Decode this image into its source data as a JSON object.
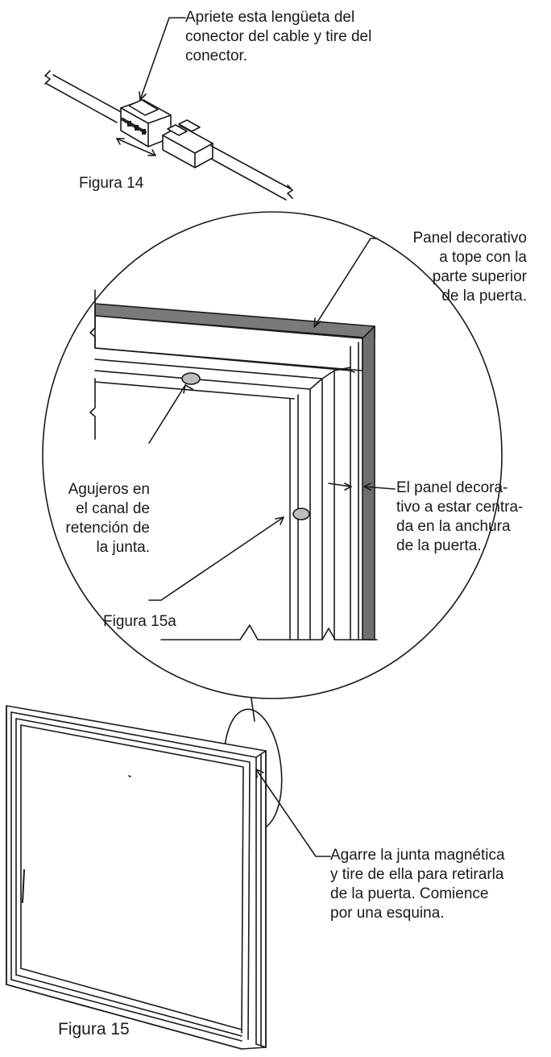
{
  "figure14": {
    "caption": "Figura 14",
    "callout": [
      "Apriete esta lengüeta del",
      "conector del cable y tire del",
      "conector."
    ]
  },
  "figure15a": {
    "caption": "Figura 15a",
    "callout_panel_top": [
      "Panel decorativo",
      "a tope con la",
      "parte superior",
      "de la puerta."
    ],
    "callout_holes": [
      "Agujeros en",
      "el canal de",
      "retención de",
      "la junta."
    ],
    "callout_centered": [
      "El panel decora-",
      "tivo a estar centra-",
      "da en la anchura",
      "de la puerta."
    ]
  },
  "figure15": {
    "caption": "Figura 15",
    "callout_gasket": [
      "Agarre la junta magnética",
      "y tire de ella para retirarla",
      "de la puerta. Comience",
      "por una esquina."
    ]
  },
  "colors": {
    "line": "#1a1a1a",
    "panel_edge": "#6e6e6e",
    "hole": "#bdbdbd"
  }
}
